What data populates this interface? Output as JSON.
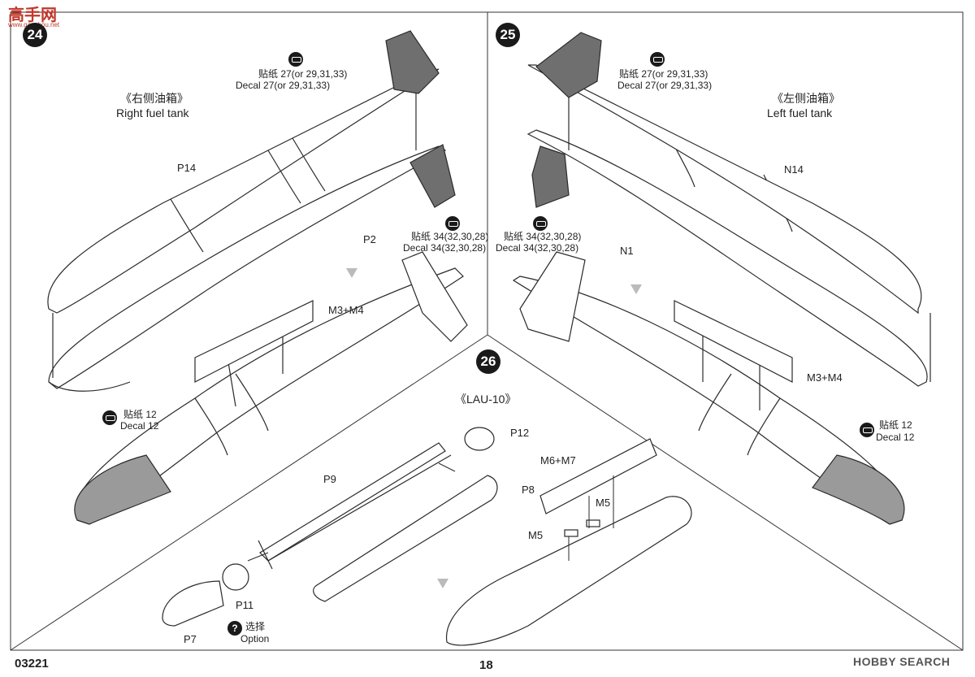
{
  "watermark": {
    "cn": "高手网",
    "url": "www.gaoshou.net"
  },
  "steps": {
    "s24": "24",
    "s25": "25",
    "s26": "26"
  },
  "left_panel": {
    "decal_top_cn": "贴纸 27(or 29,31,33)",
    "decal_top_en": "Decal 27(or 29,31,33)",
    "title_cn": "《右侧油箱》",
    "title_en": "Right fuel tank",
    "p14": "P14",
    "p2": "P2",
    "decal_mid_cn": "贴纸 34(32,30,28)",
    "decal_mid_en": "Decal 34(32,30,28)",
    "m3m4": "M3+M4",
    "decal_low_cn": "贴纸 12",
    "decal_low_en": "Decal 12"
  },
  "right_panel": {
    "decal_top_cn": "贴纸 27(or 29,31,33)",
    "decal_top_en": "Decal 27(or 29,31,33)",
    "title_cn": "《左侧油箱》",
    "title_en": "Left fuel tank",
    "n14": "N14",
    "n1": "N1",
    "decal_mid_cn": "贴纸 34(32,30,28)",
    "decal_mid_en": "Decal 34(32,30,28)",
    "m3m4": "M3+M4",
    "decal_low_cn": "贴纸 12",
    "decal_low_en": "Decal 12"
  },
  "bottom_panel": {
    "title": "《LAU-10》",
    "p12": "P12",
    "p9": "P9",
    "p8": "P8",
    "m6m7": "M6+M7",
    "m5a": "M5",
    "m5b": "M5",
    "p11": "P11",
    "p7": "P7",
    "option_cn": "选择",
    "option_en": "Option",
    "option_icon": "?"
  },
  "footer": {
    "code": "03221",
    "page": "18",
    "brand": "HOBBY SEARCH"
  },
  "colors": {
    "line": "#2a2a2a",
    "fin": "#6f6f6f",
    "shade": "#9a9a9a"
  }
}
